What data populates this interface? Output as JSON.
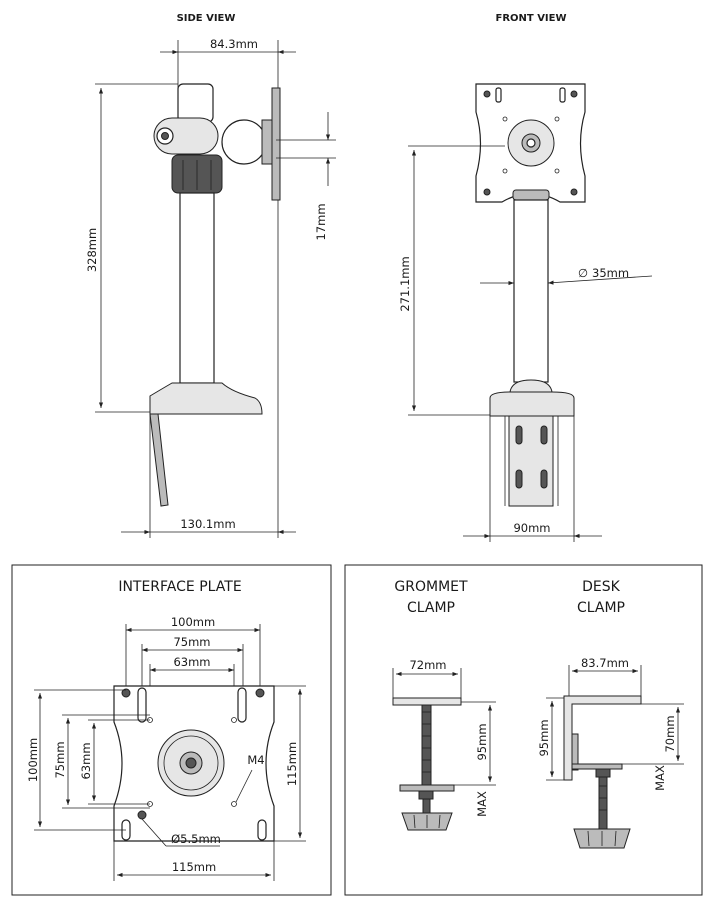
{
  "side_view": {
    "title": "SIDE VIEW",
    "dim_width_top": "84.3mm",
    "dim_height": "328mm",
    "dim_tilt": "17mm",
    "dim_base": "130.1mm"
  },
  "front_view": {
    "title": "FRONT VIEW",
    "dim_height": "271.1mm",
    "dim_pole": "35mm",
    "dim_clamp": "90mm"
  },
  "interface_plate": {
    "title": "INTERFACE PLATE",
    "dim_100_top": "100mm",
    "dim_75_top": "75mm",
    "dim_63_top": "63mm",
    "dim_100_left": "100mm",
    "dim_75_left": "75mm",
    "dim_63_left": "63mm",
    "dim_115_right": "115mm",
    "dim_115_bottom": "115mm",
    "screw": "M4",
    "hole": "Ø5.5mm"
  },
  "grommet": {
    "title_line1": "GROMMET",
    "title_line2": "CLAMP",
    "dim_width": "72mm",
    "dim_height": "95mm",
    "max": "MAX"
  },
  "desk": {
    "title_line1": "DESK",
    "title_line2": "CLAMP",
    "dim_width": "83.7mm",
    "dim_height_left": "95mm",
    "dim_height_right": "70mm",
    "max": "MAX"
  }
}
